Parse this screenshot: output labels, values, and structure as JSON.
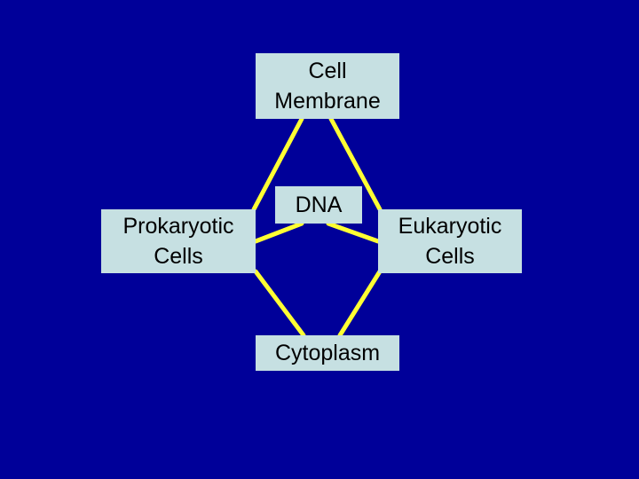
{
  "diagram": {
    "nodes": {
      "cell_membrane": "Cell\nMembrane",
      "dna": "DNA",
      "prokaryotic": "Prokaryotic\nCells",
      "eukaryotic": "Eukaryotic\nCells",
      "cytoplasm": "Cytoplasm"
    },
    "colors": {
      "background": "#000099",
      "box_fill": "#c6e0e2",
      "connector": "#ffff33"
    }
  }
}
